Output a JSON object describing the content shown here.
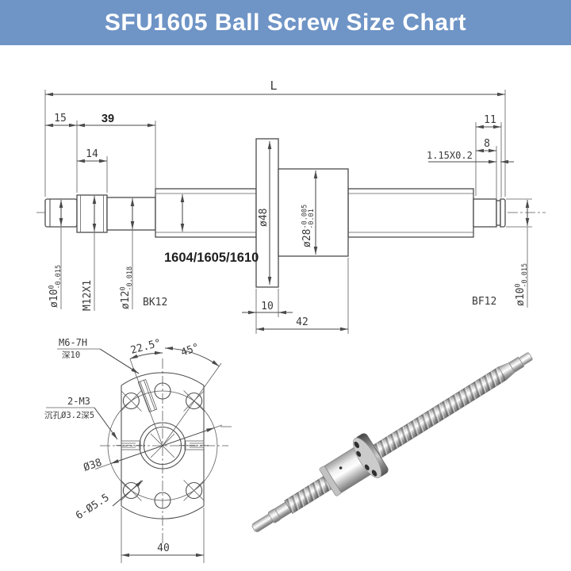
{
  "header": {
    "title": "SFU1605 Ball Screw Size Chart",
    "background": "#6f94c6",
    "text_color": "#ffffff"
  },
  "side_view": {
    "overall_length": "L",
    "dim_end_left": "15",
    "dim_shoulder": "39",
    "dim_thread_len": "14",
    "dim_end_right": "11",
    "dim_journal_right": "8",
    "dim_circlip_groove": "1.15X0.2",
    "dia_left_journal": {
      "base": "ø10",
      "sup": "0",
      "sub": "-0.015"
    },
    "thread_spec": "M12X1",
    "dia_left_seat": {
      "base": "ø12",
      "sup": "0",
      "sub": "-0.018"
    },
    "dia_flange": "ø48",
    "dia_nut_body": {
      "base": "ø28",
      "sup": "-0.005",
      "sub": "-0.01"
    },
    "screw_models": "1604/1605/1610",
    "support_left": "BK12",
    "support_right": "BF12",
    "dim_flange_thickness": "10",
    "dim_nut_length": "42",
    "dia_right_journal": {
      "base": "ø10",
      "sup": "0",
      "sub": "-0.015"
    }
  },
  "flange_view": {
    "oil_port": "M6-7H",
    "oil_port_depth": "深10",
    "angle_port": "22.5°",
    "angle_hole": "45°",
    "set_screw": "2-M3",
    "set_screw_detail": "沉孔Ø3.2深5",
    "bolt_circle_dia": "Ø38",
    "mount_holes": "6-Ø5.5",
    "flange_width": "40"
  },
  "photo": {
    "description": "SFU1605 ball screw with flange ball nut"
  },
  "palette": {
    "banner_blue": "#6f94c6",
    "drawing_line": "#4a4a4a",
    "dimension_text": "#3a3a3a"
  }
}
